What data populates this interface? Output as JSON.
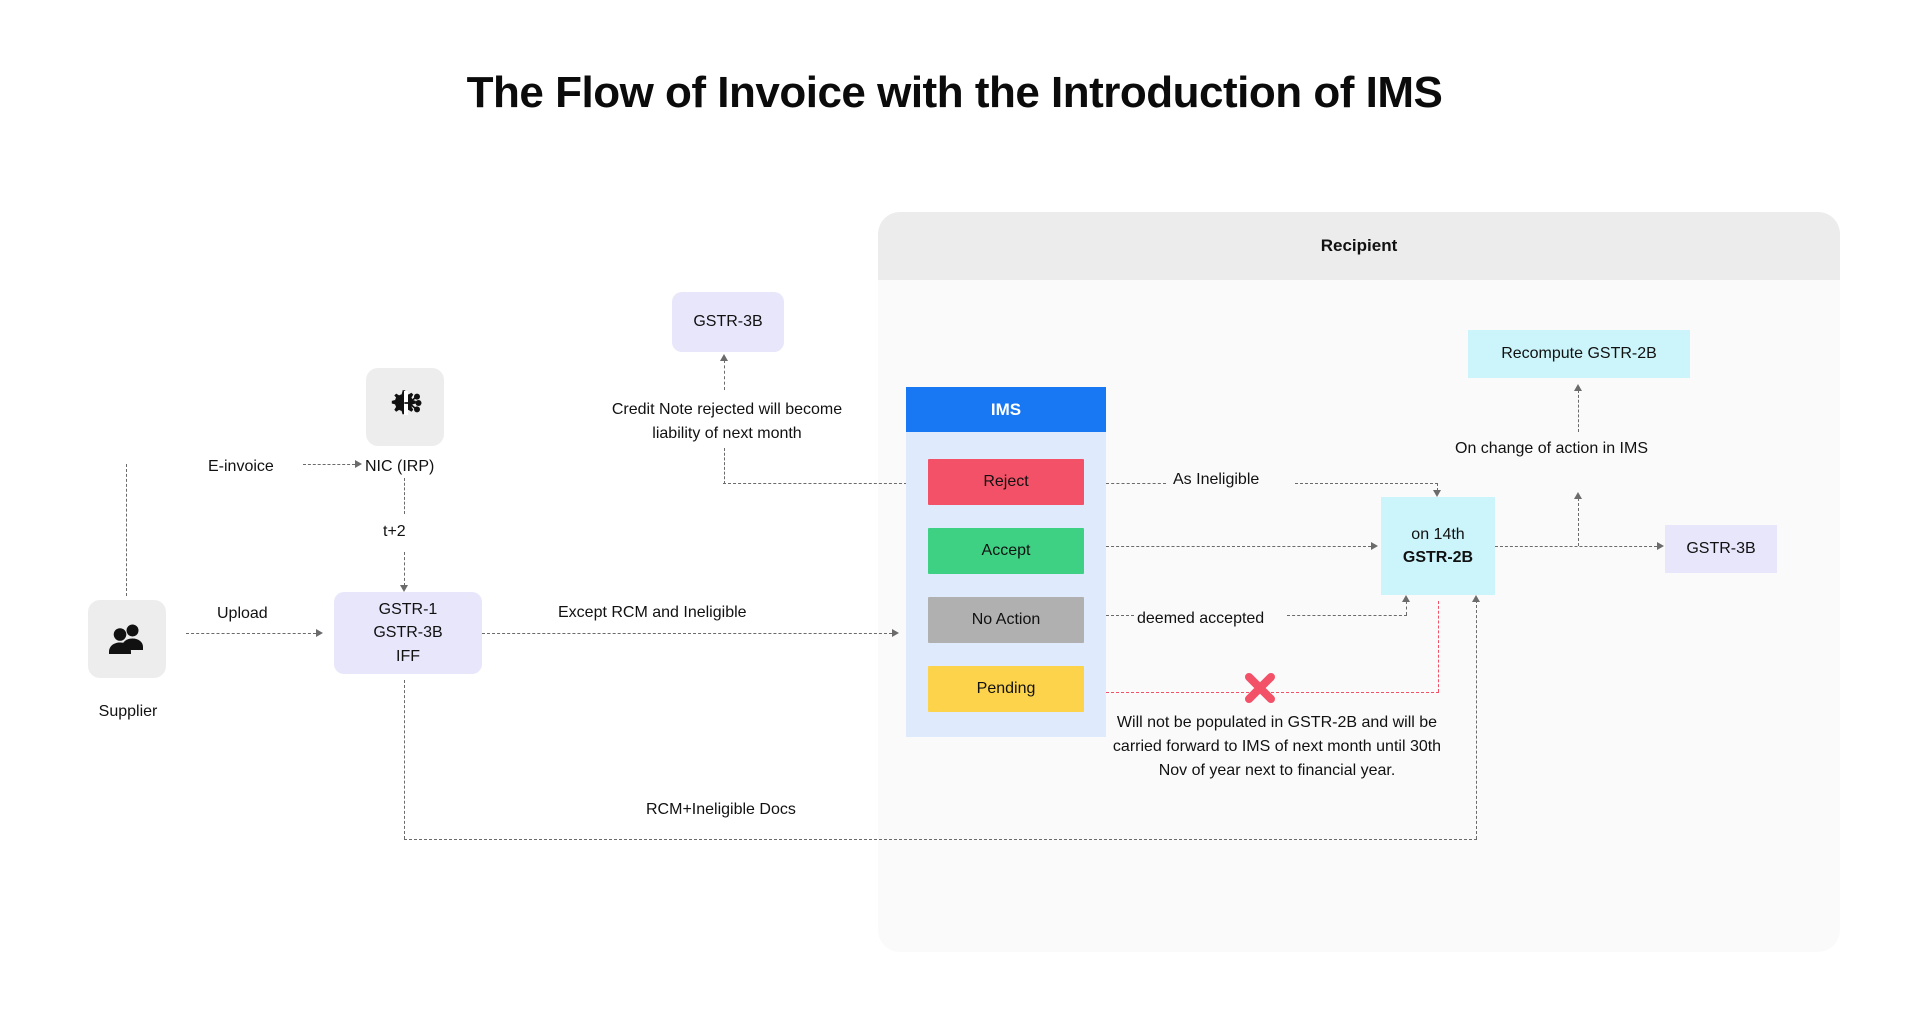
{
  "title": "The Flow of Invoice with the Introduction of IMS",
  "recipient": {
    "header": "Recipient"
  },
  "supplier": {
    "icon": "people-icon",
    "label": "Supplier"
  },
  "nic": {
    "icon": "gear-network-icon",
    "label": "NIC (IRP)"
  },
  "edges": {
    "e_invoice": "E-invoice",
    "t_plus_2": "t+2",
    "upload": "Upload",
    "except_rcm": "Except  RCM and Ineligible",
    "rcm_ineligible_docs": "RCM+Ineligible Docs",
    "as_ineligible": "As Ineligible",
    "deemed_accepted": "deemed accepted",
    "on_change_of_action": "On change of action in IMS",
    "credit_note": "Credit Note rejected will become liability of next month",
    "pending_note": "Will not be populated in GSTR-2B and will be carried forward to IMS of next month until 30th Nov of year next to financial year."
  },
  "boxes": {
    "gstr1": [
      "GSTR-1",
      "GSTR-3B",
      "IFF"
    ],
    "gstr3b_top": "GSTR-3B",
    "recompute_gstr2b": "Recompute GSTR-2B",
    "gstr2b_line1": "on 14th",
    "gstr2b_line2": "GSTR-2B",
    "gstr3b_right": "GSTR-3B"
  },
  "ims": {
    "header": "IMS",
    "actions": [
      {
        "label": "Reject",
        "color": "#f25167"
      },
      {
        "label": "Accept",
        "color": "#3ed184"
      },
      {
        "label": "No Action",
        "color": "#b0b0b0"
      },
      {
        "label": "Pending",
        "color": "#fcd34a"
      }
    ]
  },
  "colors": {
    "panel_bg": "#fafafa",
    "panel_header": "#ececec",
    "ims_bg": "#dfeafc",
    "ims_header": "#1877f2",
    "lilac": "#e8e6fb",
    "cyan": "#ccf5fb",
    "icon_tile": "#ededed",
    "edge": "#6b6b6b",
    "x_mark": "#f25167"
  }
}
